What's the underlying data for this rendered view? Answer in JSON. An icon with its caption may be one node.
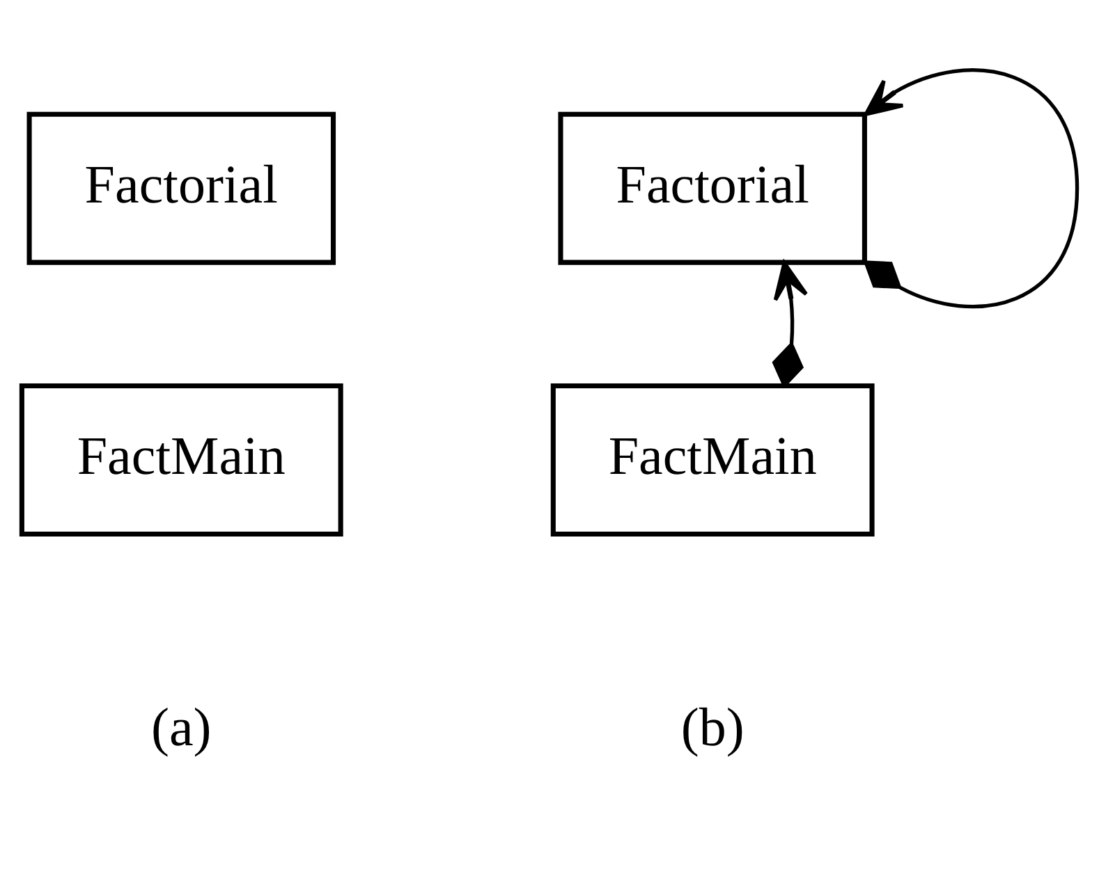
{
  "diagram": {
    "nodes": [
      {
        "text": [
          "Factorial"
        ]
      },
      {
        "text": [
          "FactMain"
        ]
      },
      {
        "text": [
          "Factorial"
        ]
      },
      {
        "text": [
          "FactMain"
        ]
      }
    ],
    "edges": [
      {
        "from": 3,
        "to": 2,
        "arrow": "to"
      },
      {
        "from": 2,
        "to": 2,
        "arrow": "to"
      }
    ],
    "labels": [
      "(a)",
      "(b)"
    ]
  }
}
